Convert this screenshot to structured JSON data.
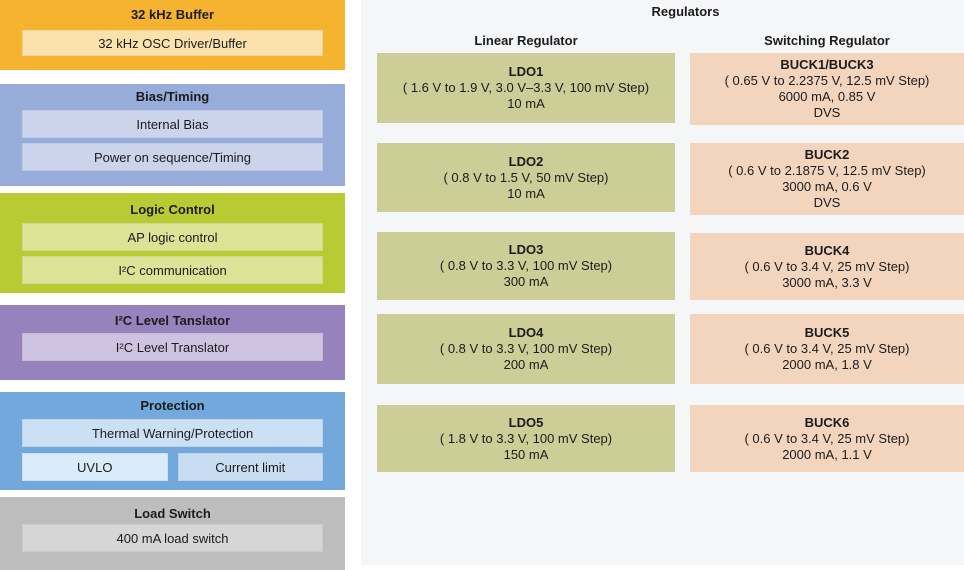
{
  "left_column": {
    "blocks": [
      {
        "title": "32 kHz Buffer",
        "items": [
          "32 kHz OSC Driver/Buffer"
        ]
      },
      {
        "title": "Bias/Timing",
        "items": [
          "Internal Bias",
          "Power on sequence/Timing"
        ]
      },
      {
        "title": "Logic Control",
        "items": [
          "AP logic control",
          "I²C communication"
        ]
      },
      {
        "title": "I²C Level Tanslator",
        "items": [
          "I²C Level Translator"
        ]
      },
      {
        "title": "Protection",
        "items": [
          "Thermal Warning/Protection",
          "UVLO",
          "Current limit"
        ]
      },
      {
        "title": "Load Switch",
        "items": [
          "400 mA load switch"
        ]
      }
    ]
  },
  "regulators": {
    "title": "Regulators",
    "linear": {
      "header": "Linear Regulator",
      "boxes": [
        {
          "name": "LDO1",
          "range": "( 1.6 V to 1.9 V, 3.0 V–3.3 V, 100 mV Step)",
          "current": "10 mA"
        },
        {
          "name": "LDO2",
          "range": "( 0.8 V to 1.5 V, 50 mV Step)",
          "current": "10 mA"
        },
        {
          "name": "LDO3",
          "range": "( 0.8 V to 3.3 V, 100 mV Step)",
          "current": "300 mA"
        },
        {
          "name": "LDO4",
          "range": "( 0.8 V to 3.3 V, 100 mV Step)",
          "current": "200 mA"
        },
        {
          "name": "LDO5",
          "range": "( 1.8 V to 3.3 V, 100 mV Step)",
          "current": "150 mA"
        }
      ]
    },
    "switching": {
      "header": "Switching Regulator",
      "boxes": [
        {
          "name": "BUCK1/BUCK3",
          "range": "( 0.65 V to 2.2375 V, 12.5 mV Step)",
          "current": "6000 mA, 0.85 V",
          "mode": "DVS"
        },
        {
          "name": "BUCK2",
          "range": "( 0.6 V to 2.1875 V, 12.5 mV Step)",
          "current": "3000 mA, 0.6 V",
          "mode": "DVS"
        },
        {
          "name": "BUCK4",
          "range": "( 0.6 V to 3.4 V, 25 mV Step)",
          "current": "3000 mA, 3.3 V"
        },
        {
          "name": "BUCK5",
          "range": "( 0.6 V to 3.4 V, 25 mV Step)",
          "current": "2000 mA, 1.8 V"
        },
        {
          "name": "BUCK6",
          "range": "( 0.6 V to 3.4 V, 25 mV Step)",
          "current": "2000 mA, 1.1 V"
        }
      ]
    }
  },
  "colors": {
    "page_bg": "#ffffff",
    "panel_bg": "#f5f6f8",
    "text": "#1c1c1c",
    "buffer_block": "#f5b32f",
    "buffer_item": "#fbe2ac",
    "bias_block": "#97acd9",
    "bias_item": "#ccd4ec",
    "logic_block": "#b8cb33",
    "logic_item": "#dce397",
    "i2c_block": "#9683bd",
    "i2c_item": "#cec4e1",
    "protection_block": "#72a8db",
    "protection_item": "#cbe0f3",
    "uvlo_item": "#daecfa",
    "current_item": "#c8ddf1",
    "load_block": "#bdbdbd",
    "load_item": "#d6d6d6",
    "ldo_bg": "#cccd97",
    "buck_bg": "#f3d5be"
  }
}
